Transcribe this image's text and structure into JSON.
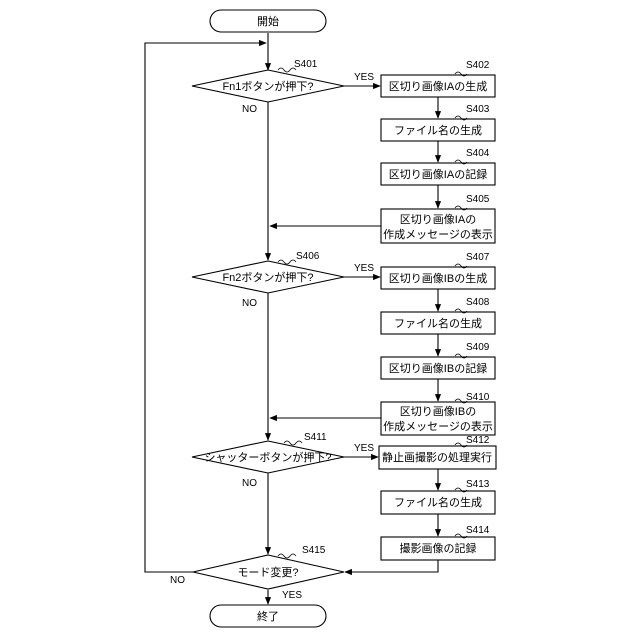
{
  "terminals": {
    "start": "開始",
    "end": "終了"
  },
  "decisions": {
    "s401": {
      "step": "S401",
      "text": "Fn1ボタンが押下?"
    },
    "s406": {
      "step": "S406",
      "text": "Fn2ボタンが押下?"
    },
    "s411": {
      "step": "S411",
      "text": "シャッターボタンが押下?"
    },
    "s415": {
      "step": "S415",
      "text": "モード変更?"
    }
  },
  "processes": {
    "s402": {
      "step": "S402",
      "line1": "区切り画像IAの生成"
    },
    "s403": {
      "step": "S403",
      "line1": "ファイル名の生成"
    },
    "s404": {
      "step": "S404",
      "line1": "区切り画像IAの記録"
    },
    "s405": {
      "step": "S405",
      "line1": "区切り画像IAの",
      "line2": "作成メッセージの表示"
    },
    "s407": {
      "step": "S407",
      "line1": "区切り画像IBの生成"
    },
    "s408": {
      "step": "S408",
      "line1": "ファイル名の生成"
    },
    "s409": {
      "step": "S409",
      "line1": "区切り画像IBの記録"
    },
    "s410": {
      "step": "S410",
      "line1": "区切り画像IBの",
      "line2": "作成メッセージの表示"
    },
    "s412": {
      "step": "S412",
      "line1": "静止画撮影の処理実行"
    },
    "s413": {
      "step": "S413",
      "line1": "ファイル名の生成"
    },
    "s414": {
      "step": "S414",
      "line1": "撮影画像の記録"
    }
  },
  "branch_labels": {
    "yes": "YES",
    "no": "NO"
  }
}
